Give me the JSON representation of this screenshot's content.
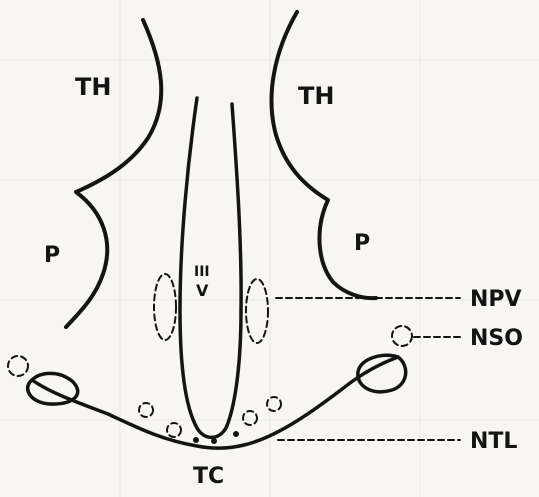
{
  "diagram": {
    "labels": {
      "th_left": "TH",
      "th_right": "TH",
      "p_left": "P",
      "p_right": "P",
      "ventricle_roman": "III",
      "ventricle_letter": "V",
      "npv": "NPV",
      "nso": "NSO",
      "ntl": "NTL",
      "tc": "TC"
    }
  }
}
